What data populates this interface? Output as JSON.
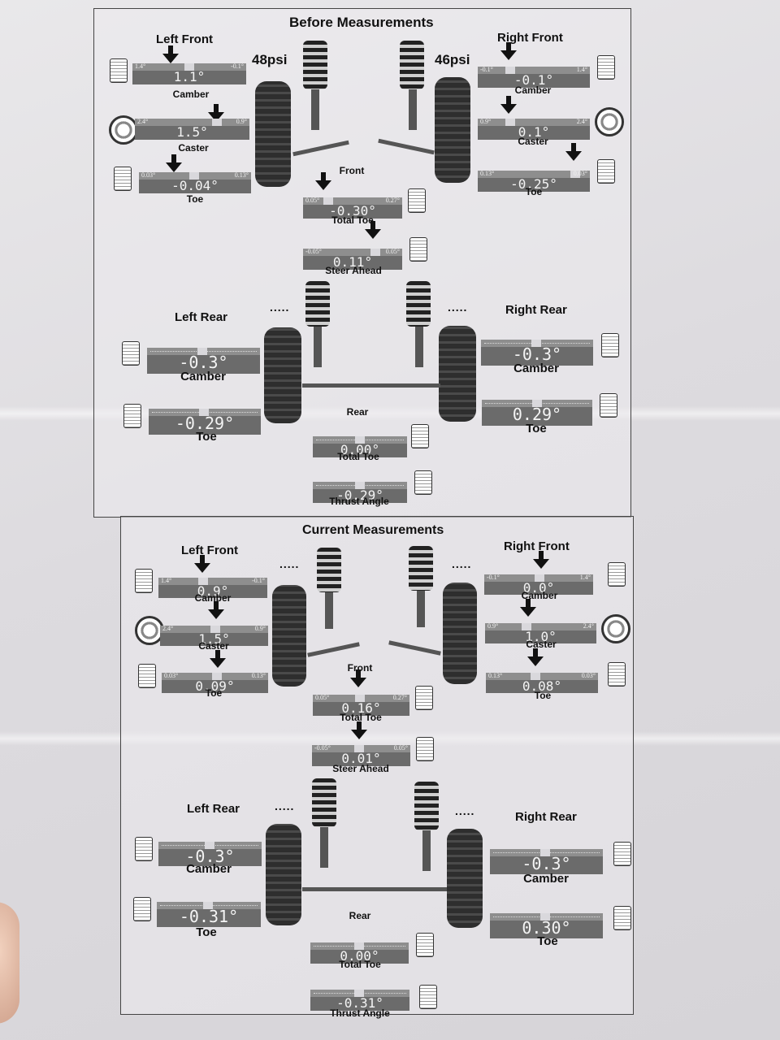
{
  "before": {
    "title": "Before Measurements",
    "left_front": {
      "label": "Left Front",
      "camber": {
        "value": "1.1°",
        "min": "1.4°",
        "max": "-0.1°",
        "caption": "Camber"
      },
      "caster": {
        "value": "1.5°",
        "min": "2.4°",
        "max": "0.9°",
        "caption": "Caster"
      },
      "toe": {
        "value": "-0.04°",
        "min": "0.03°",
        "max": "0.13°",
        "caption": "Toe"
      }
    },
    "right_front": {
      "label": "Right Front",
      "camber": {
        "value": "-0.1°",
        "min": "-0.1°",
        "max": "1.4°",
        "caption": "Camber"
      },
      "caster": {
        "value": "0.1°",
        "min": "0.9°",
        "max": "2.4°",
        "caption": "Caster"
      },
      "toe": {
        "value": "-0.25°",
        "min": "0.13°",
        "max": "0.03°",
        "caption": "Toe"
      }
    },
    "left_psi": "48psi",
    "right_psi": "46psi",
    "front_label": "Front",
    "total_toe": {
      "value": "-0.30°",
      "min": "0.05°",
      "max": "0.27°",
      "caption": "Total Toe"
    },
    "steer_ahead": {
      "value": "0.11°",
      "min": "-0.05°",
      "max": "0.05°",
      "caption": "Steer Ahead"
    },
    "left_rear": {
      "label": "Left Rear",
      "camber": {
        "value": "-0.3°",
        "caption": "Camber"
      },
      "toe": {
        "value": "-0.29°",
        "caption": "Toe"
      }
    },
    "right_rear": {
      "label": "Right Rear",
      "camber": {
        "value": "-0.3°",
        "caption": "Camber"
      },
      "toe": {
        "value": "0.29°",
        "caption": "Toe"
      }
    },
    "rear_label": "Rear",
    "rear_total_toe": {
      "value": "0.00°",
      "caption": "Total Toe"
    },
    "thrust_angle": {
      "value": "-0.29°",
      "caption": "Thrust Angle"
    },
    "dots": "....."
  },
  "current": {
    "title": "Current Measurements",
    "left_front": {
      "label": "Left Front",
      "camber": {
        "value": "0.9°",
        "min": "1.4°",
        "max": "-0.1°",
        "caption": "Camber"
      },
      "caster": {
        "value": "1.5°",
        "min": "2.4°",
        "max": "0.9°",
        "caption": "Caster"
      },
      "toe": {
        "value": "0.09°",
        "min": "0.03°",
        "max": "0.13°",
        "caption": "Toe"
      }
    },
    "right_front": {
      "label": "Right Front",
      "camber": {
        "value": "0.0°",
        "min": "-0.1°",
        "max": "1.4°",
        "caption": "Camber"
      },
      "caster": {
        "value": "1.0°",
        "min": "0.9°",
        "max": "2.4°",
        "caption": "Caster"
      },
      "toe": {
        "value": "0.08°",
        "min": "0.13°",
        "max": "0.03°",
        "caption": "Toe"
      }
    },
    "front_label": "Front",
    "total_toe": {
      "value": "0.16°",
      "min": "0.05°",
      "max": "0.27°",
      "caption": "Total Toe"
    },
    "steer_ahead": {
      "value": "0.01°",
      "min": "-0.05°",
      "max": "0.05°",
      "caption": "Steer Ahead"
    },
    "left_rear": {
      "label": "Left Rear",
      "camber": {
        "value": "-0.3°",
        "caption": "Camber"
      },
      "toe": {
        "value": "-0.31°",
        "caption": "Toe"
      }
    },
    "right_rear": {
      "label": "Right Rear",
      "camber": {
        "value": "-0.3°",
        "caption": "Camber"
      },
      "toe": {
        "value": "0.30°",
        "caption": "Toe"
      }
    },
    "rear_label": "Rear",
    "rear_total_toe": {
      "value": "0.00°",
      "caption": "Total Toe"
    },
    "thrust_angle": {
      "value": "-0.31°",
      "caption": "Thrust Angle"
    },
    "dots": "....."
  }
}
